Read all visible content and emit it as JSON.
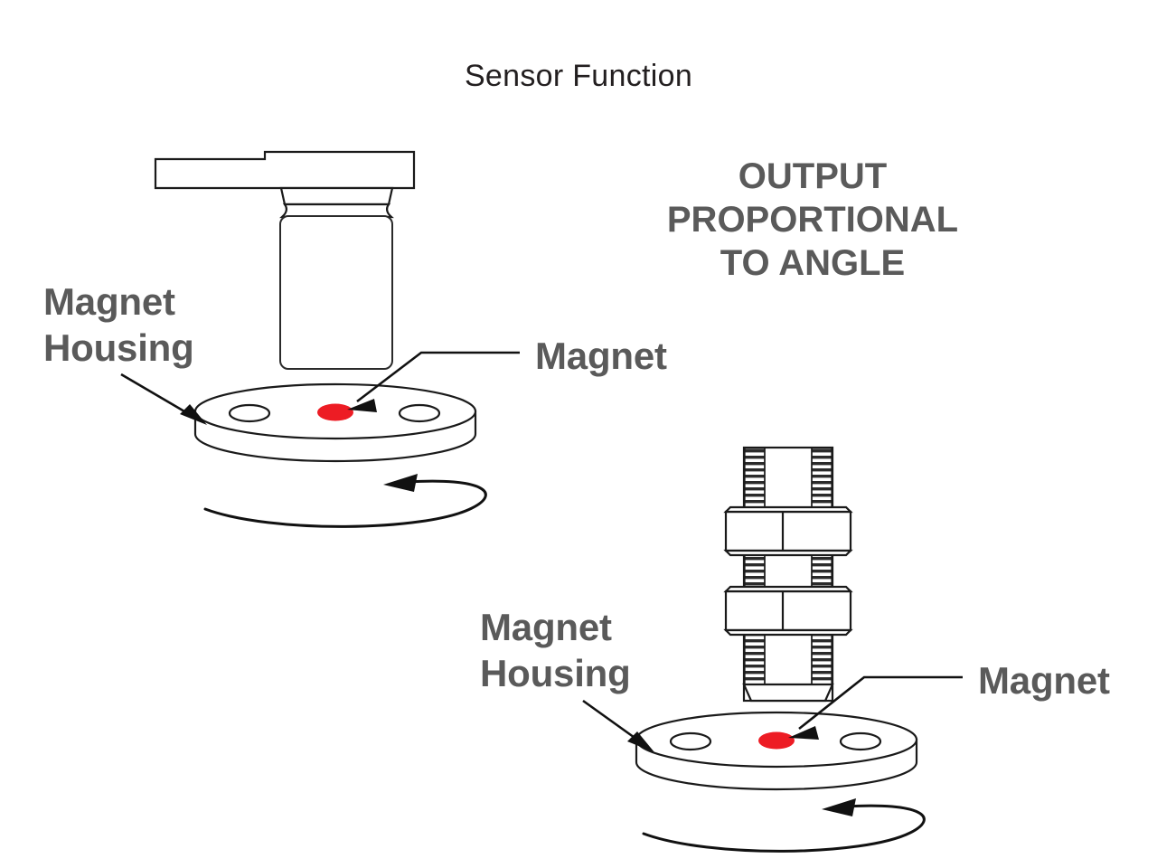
{
  "page": {
    "title": "Sensor Function",
    "background_color": "#ffffff",
    "line_color": "#1a1a1a",
    "label_color": "#5a5a5a",
    "magnet_color": "#ED1C24"
  },
  "callout": {
    "line1": "OUTPUT",
    "line2": "PROPORTIONAL",
    "line3": "TO ANGLE"
  },
  "assembly_top": {
    "name": "flange-mount-sensor-assembly",
    "housing_label_line1": "Magnet",
    "housing_label_line2": "Housing",
    "magnet_label": "Magnet",
    "sensor_type": "flange-body-sensor",
    "magnet_color": "#ED1C24",
    "mounting_holes": 2,
    "rotation": "counter-clockwise"
  },
  "assembly_bottom": {
    "name": "threaded-barrel-sensor-assembly",
    "housing_label_line1": "Magnet",
    "housing_label_line2": "Housing",
    "magnet_label": "Magnet",
    "sensor_type": "threaded-barrel-sensor",
    "magnet_color": "#ED1C24",
    "mounting_holes": 2,
    "hex_nuts": 2,
    "rotation": "counter-clockwise"
  }
}
